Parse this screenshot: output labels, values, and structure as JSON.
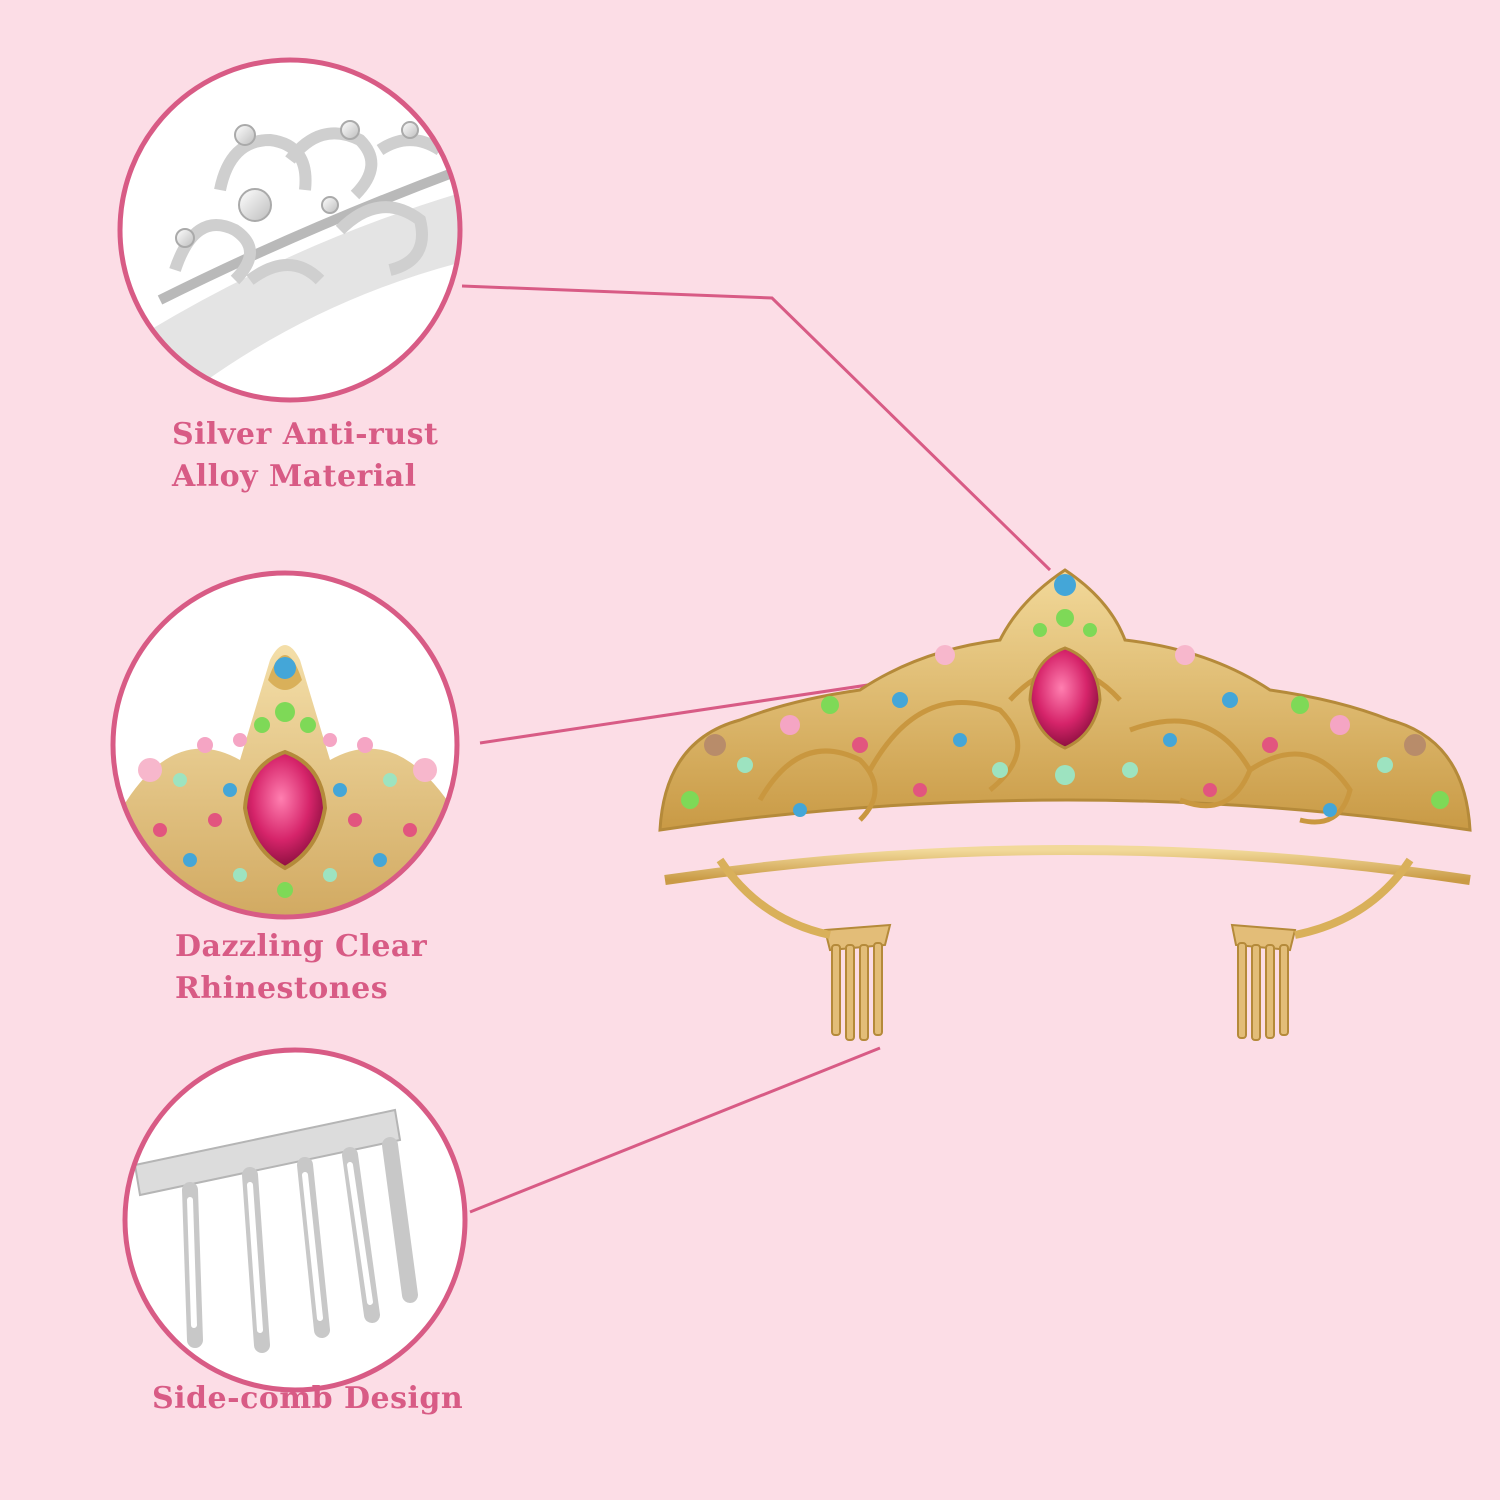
{
  "features": [
    {
      "line1": "Silver Anti-rust",
      "line2": "Alloy Material"
    },
    {
      "line1": "Dazzling Clear",
      "line2": "Rhinestones"
    },
    {
      "line1": "Side-comb Design"
    }
  ],
  "colors": {
    "background": "#fcdde6",
    "accent": "#d85b85",
    "gold": "#d9b05a",
    "ruby": "#d6246a",
    "silver": "#dcdcdc"
  },
  "icons": [
    "silver-detail-photo",
    "rhinestone-detail-photo",
    "side-comb-photo",
    "tiara-photo"
  ]
}
